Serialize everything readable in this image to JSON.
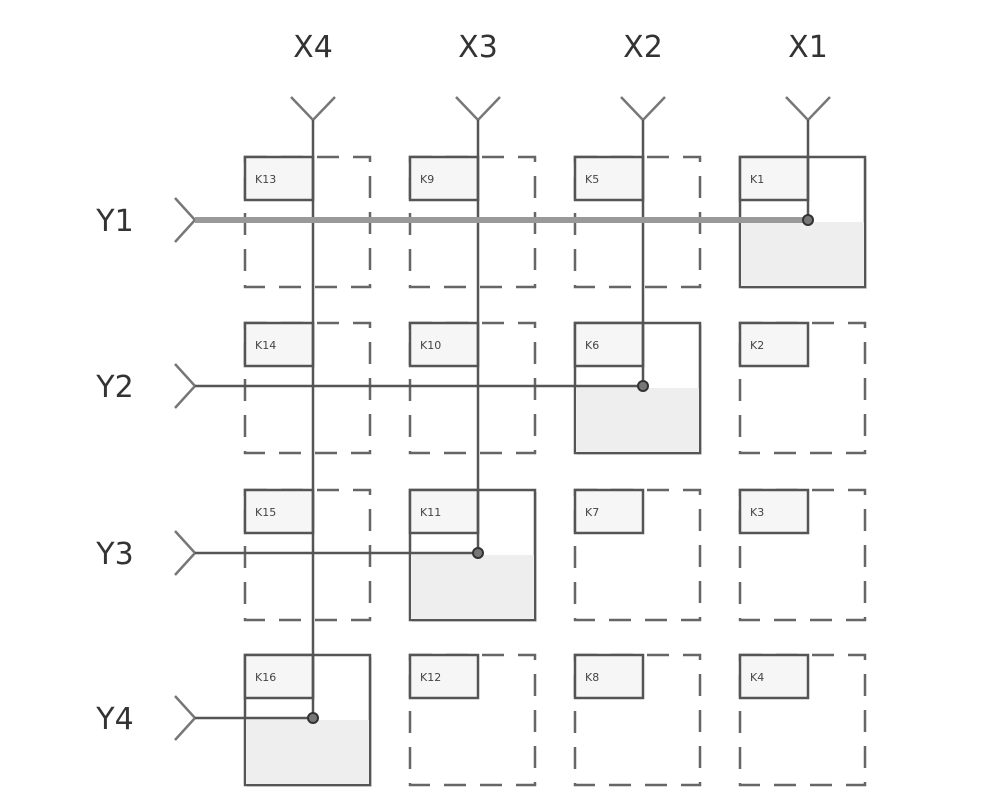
{
  "columns": [
    "X4",
    "X3",
    "X2",
    "X1"
  ],
  "rows": [
    "Y1",
    "Y2",
    "Y3",
    "Y4"
  ],
  "cells": [
    [
      "K13",
      "K9",
      "K5",
      "K1"
    ],
    [
      "K14",
      "K10",
      "K6",
      "K2"
    ],
    [
      "K15",
      "K11",
      "K7",
      "K3"
    ],
    [
      "K16",
      "K12",
      "K8",
      "K4"
    ]
  ],
  "selected": [
    {
      "row": "Y1",
      "column": "X1",
      "cell": "K1"
    },
    {
      "row": "Y2",
      "column": "X2",
      "cell": "K6"
    },
    {
      "row": "Y3",
      "column": "X3",
      "cell": "K11"
    },
    {
      "row": "Y4",
      "column": "X4",
      "cell": "K16"
    }
  ],
  "colors": {
    "line": "#555555",
    "dash": "#666666",
    "fill": "#eeeeee",
    "y1_line": "#999999"
  }
}
